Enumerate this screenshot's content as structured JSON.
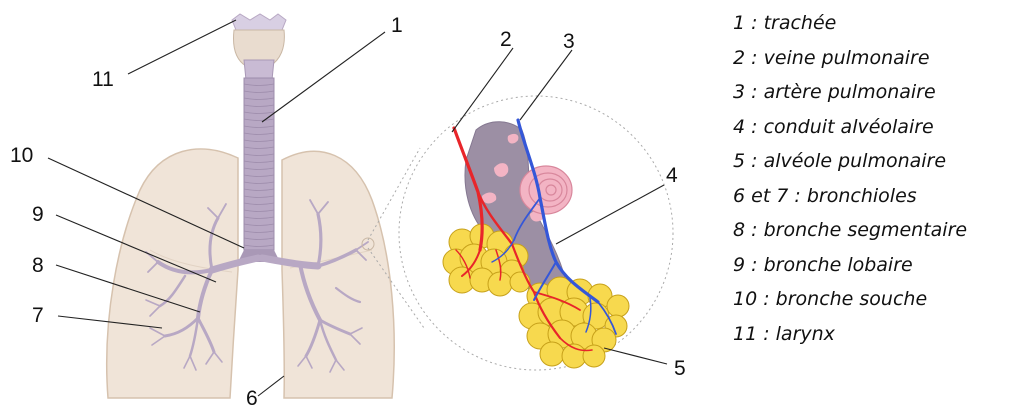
{
  "diagram": {
    "labels": {
      "n1": "1",
      "n2": "2",
      "n3": "3",
      "n4": "4",
      "n5": "5",
      "n6": "6",
      "n7": "7",
      "n8": "8",
      "n9": "9",
      "n10": "10",
      "n11": "11"
    },
    "legend": [
      "1 : trachée",
      "2 : veine pulmonaire",
      "3 : artère pulmonaire",
      "4 : conduit alvéolaire",
      "5 : alvéole pulmonaire",
      "6 et 7 : bronchioles",
      "8 : bronche segmentaire",
      "9 : bronche lobaire",
      "10 : bronche souche",
      "11 : larynx"
    ],
    "colors": {
      "lung_fill": "#f0e4d8",
      "lung_stroke": "#d6c2ae",
      "airway": "#b8a8c4",
      "airway_dark": "#8f7d9e",
      "vein_red": "#e8252a",
      "artery_blue": "#3557d8",
      "alveolus": "#f7d94e",
      "alveolus_stroke": "#c7a11a",
      "pink": "#f3b4c4"
    }
  }
}
